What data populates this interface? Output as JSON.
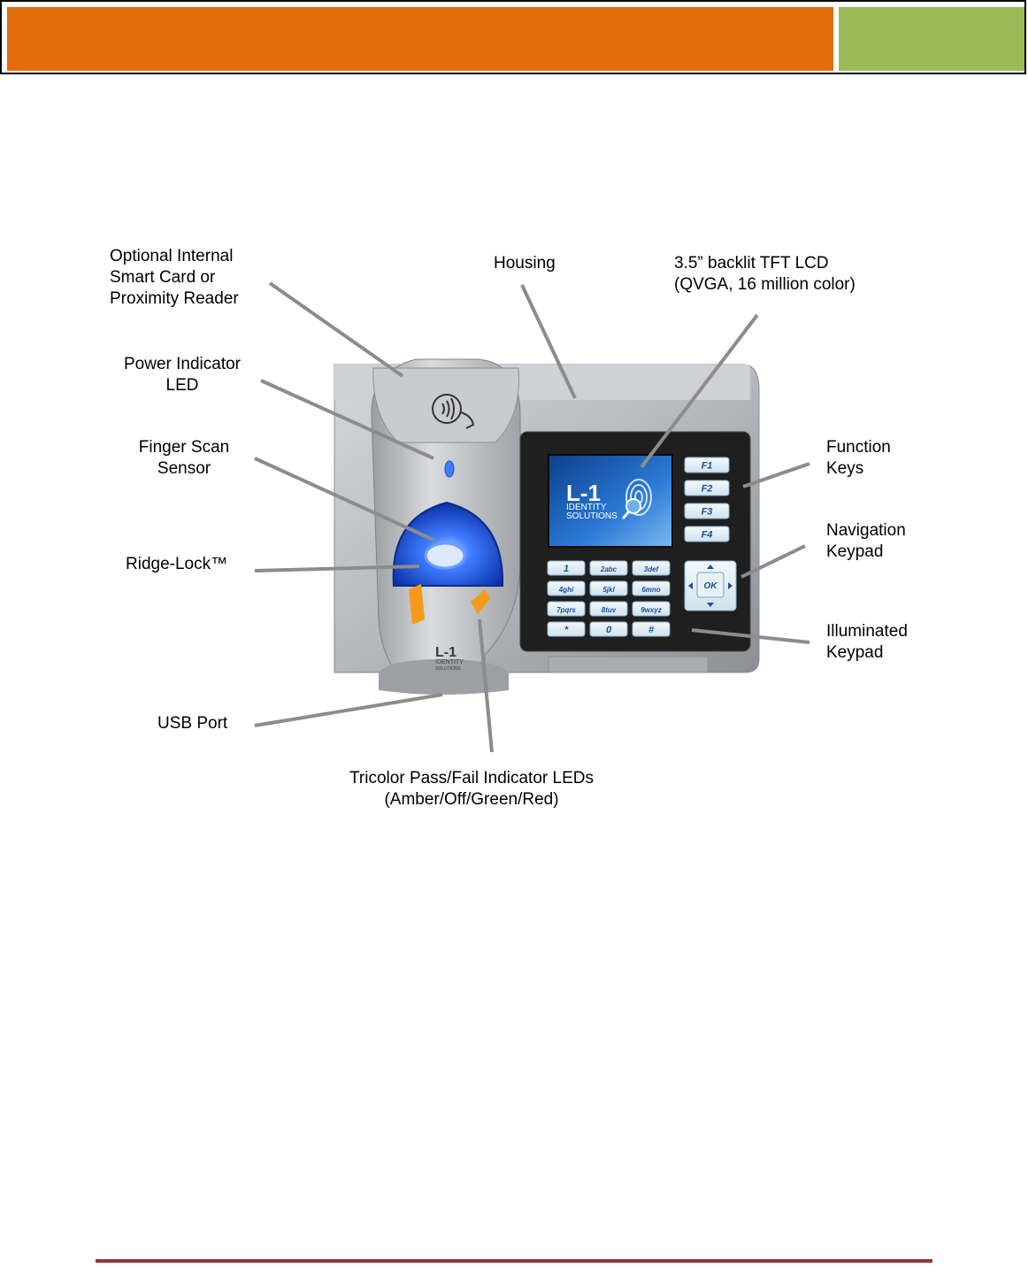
{
  "colors": {
    "header_orange": "#E36C0A",
    "header_green": "#9BBB59",
    "footer_line": "#943634",
    "arrow": "#8c8c8c",
    "device_silver": "#b3b5b8",
    "device_blue_glow": "#2f6bff",
    "lcd_blue": "#1f6fc9",
    "keypad_black": "#1e1e1e",
    "led_amber": "#f59a1a"
  },
  "callouts": {
    "smart_card": "Optional Internal\nSmart Card or\nProximity Reader",
    "power_led": "Power Indicator\nLED",
    "finger_scan": "Finger Scan\nSensor",
    "ridge_lock": "Ridge-Lock™",
    "usb_port": "USB Port",
    "housing": "Housing",
    "lcd": "3.5” backlit TFT LCD\n(QVGA, 16 million color)",
    "function_keys": "Function\nKeys",
    "navigation_keypad": "Navigation\nKeypad",
    "illuminated_keypad": "Illuminated\nKeypad",
    "tricolor_leds": "Tricolor Pass/Fail Indicator LEDs\n(Amber/Off/Green/Red)"
  },
  "device": {
    "function_keys": [
      "F1",
      "F2",
      "F3",
      "F4"
    ],
    "keypad": [
      "1",
      "2abc",
      "3def",
      "4ghi",
      "5jkl",
      "6mno",
      "7pqrs",
      "8tuv",
      "9wxyz",
      "*",
      "0",
      "#"
    ],
    "nav_ok": "OK",
    "lcd_logo_big": "L-1",
    "lcd_logo_line1": "IDENTITY",
    "lcd_logo_line2": "SOLUTIONS",
    "body_logo_big": "L-1",
    "body_logo_line1": "IDENTITY",
    "body_logo_line2": "SOLUTIONS",
    "icons": [
      "contactless-card-icon",
      "fingerprint-icon"
    ]
  }
}
